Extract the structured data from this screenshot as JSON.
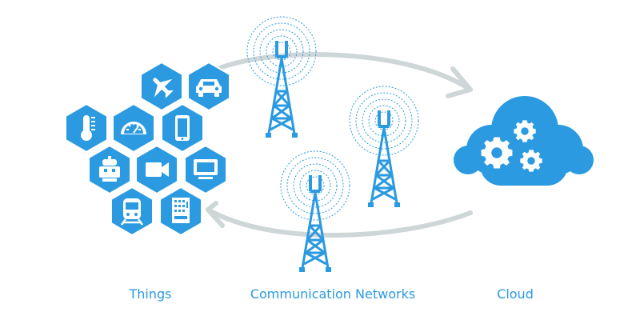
{
  "labels": {
    "things": "Things",
    "networks": "Communication Networks",
    "cloud": "Cloud"
  },
  "colors": {
    "accent": "#2b9ae0",
    "arrow": "#cfd6d8",
    "icon": "#ffffff"
  },
  "icons": {
    "things": [
      "airplane-icon",
      "car-icon",
      "thermometer-icon",
      "speedometer-icon",
      "smartphone-icon",
      "robot-icon",
      "video-camera-icon",
      "monitor-icon",
      "train-icon",
      "vending-machine-icon"
    ],
    "networks": [
      "cell-tower-icon",
      "cell-tower-icon",
      "cell-tower-icon"
    ],
    "cloud": [
      "cloud-icon",
      "gear-icon",
      "gear-icon",
      "gear-icon"
    ]
  }
}
